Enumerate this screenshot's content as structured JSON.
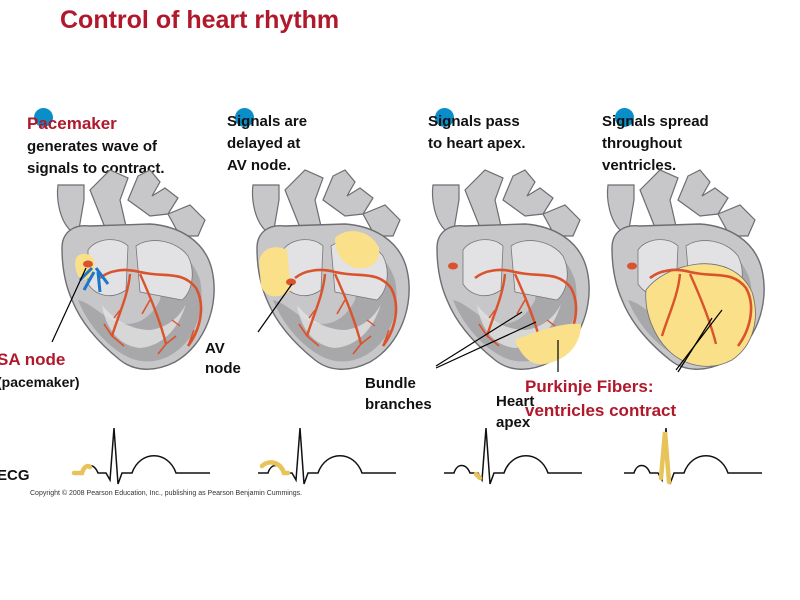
{
  "title": "Control of heart rhythm",
  "steps": [
    {
      "highlight": "Pacemaker",
      "lines": [
        "generates wave of",
        "signals to contract."
      ]
    },
    {
      "lines": [
        "Signals are",
        "delayed at",
        "AV node."
      ]
    },
    {
      "lines": [
        "Signals pass",
        "to heart apex."
      ]
    },
    {
      "lines": [
        "Signals spread",
        "throughout",
        "ventricles."
      ]
    }
  ],
  "labels": {
    "sa_node": "SA node",
    "sa_node_sub": "(pacemaker)",
    "av_node_1": "AV",
    "av_node_2": "node",
    "bundle_1": "Bundle",
    "bundle_2": "branches",
    "apex_1": "Heart",
    "apex_2": "apex",
    "purkinje_1": "Purkinje Fibers:",
    "purkinje_2": "ventricles contract",
    "ecg": "ECG"
  },
  "copyright": "Copyright © 2008 Pearson Education, Inc., publishing as Pearson Benjamin Cummings.",
  "colors": {
    "title": "#b0182b",
    "dot": "#0a8ec9",
    "signal": "#fbe08a",
    "conduction": "#d9532c",
    "heart": "#c7c7c9",
    "heart_dark": "#8e8e92"
  }
}
